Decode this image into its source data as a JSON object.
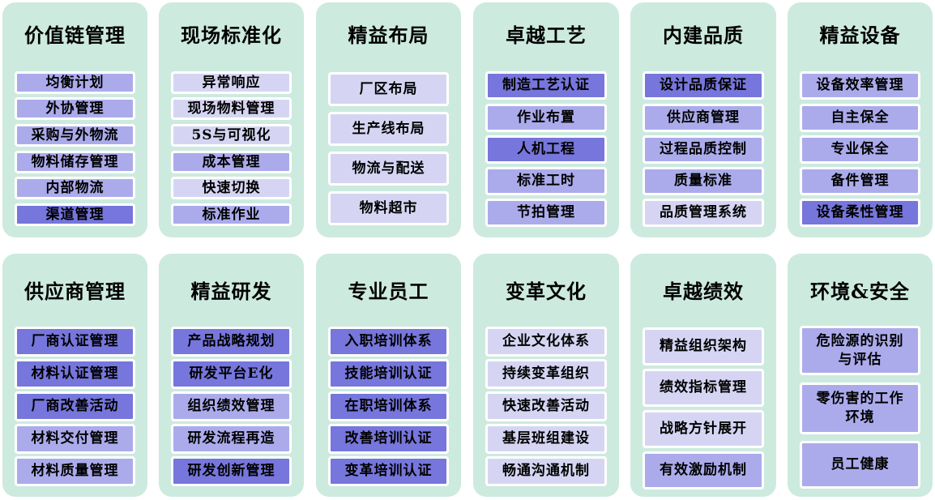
{
  "colors": {
    "panel_bg": "#cdeadf",
    "item_light": "#d5d5f3",
    "item_medium": "#ababec",
    "item_dark": "#7676dc",
    "item_border": "#ffffff"
  },
  "panels": [
    {
      "title": "价值链管理",
      "items": [
        {
          "label": "均衡计划",
          "shade": "medium"
        },
        {
          "label": "外协管理",
          "shade": "medium"
        },
        {
          "label": "采购与外物流",
          "shade": "medium"
        },
        {
          "label": "物料储存管理",
          "shade": "medium"
        },
        {
          "label": "内部物流",
          "shade": "medium"
        },
        {
          "label": "渠道管理",
          "shade": "dark"
        }
      ]
    },
    {
      "title": "现场标准化",
      "items": [
        {
          "label": "异常响应",
          "shade": "light"
        },
        {
          "label": "现场物料管理",
          "shade": "light"
        },
        {
          "label": "5S与可视化",
          "shade": "light"
        },
        {
          "label": "成本管理",
          "shade": "medium"
        },
        {
          "label": "快速切换",
          "shade": "light"
        },
        {
          "label": "标准作业",
          "shade": "medium"
        }
      ]
    },
    {
      "title": "精益布局",
      "items": [
        {
          "label": "厂区布局",
          "shade": "light"
        },
        {
          "label": "生产线布局",
          "shade": "light"
        },
        {
          "label": "物流与配送",
          "shade": "light"
        },
        {
          "label": "物料超市",
          "shade": "light"
        }
      ]
    },
    {
      "title": "卓越工艺",
      "items": [
        {
          "label": "制造工艺认证",
          "shade": "dark"
        },
        {
          "label": "作业布置",
          "shade": "medium"
        },
        {
          "label": "人机工程",
          "shade": "dark"
        },
        {
          "label": "标准工时",
          "shade": "medium"
        },
        {
          "label": "节拍管理",
          "shade": "medium"
        }
      ]
    },
    {
      "title": "内建品质",
      "items": [
        {
          "label": "设计品质保证",
          "shade": "dark"
        },
        {
          "label": "供应商管理",
          "shade": "medium"
        },
        {
          "label": "过程品质控制",
          "shade": "medium"
        },
        {
          "label": "质量标准",
          "shade": "medium"
        },
        {
          "label": "品质管理系统",
          "shade": "light"
        }
      ]
    },
    {
      "title": "精益设备",
      "items": [
        {
          "label": "设备效率管理",
          "shade": "medium"
        },
        {
          "label": "自主保全",
          "shade": "medium"
        },
        {
          "label": "专业保全",
          "shade": "medium"
        },
        {
          "label": "备件管理",
          "shade": "medium"
        },
        {
          "label": "设备柔性管理",
          "shade": "dark"
        }
      ]
    },
    {
      "title": "供应商管理",
      "items": [
        {
          "label": "厂商认证管理",
          "shade": "dark"
        },
        {
          "label": "材料认证管理",
          "shade": "dark"
        },
        {
          "label": "厂商改善活动",
          "shade": "dark"
        },
        {
          "label": "材料交付管理",
          "shade": "medium"
        },
        {
          "label": "材料质量管理",
          "shade": "medium"
        }
      ]
    },
    {
      "title": "精益研发",
      "items": [
        {
          "label": "产品战略规划",
          "shade": "dark"
        },
        {
          "label": "研发平台E化",
          "shade": "dark"
        },
        {
          "label": "组织绩效管理",
          "shade": "medium"
        },
        {
          "label": "研发流程再造",
          "shade": "medium"
        },
        {
          "label": "研发创新管理",
          "shade": "dark"
        }
      ]
    },
    {
      "title": "专业员工",
      "items": [
        {
          "label": "入职培训体系",
          "shade": "dark"
        },
        {
          "label": "技能培训认证",
          "shade": "dark"
        },
        {
          "label": "在职培训体系",
          "shade": "dark"
        },
        {
          "label": "改善培训认证",
          "shade": "dark"
        },
        {
          "label": "变革培训认证",
          "shade": "dark"
        }
      ]
    },
    {
      "title": "变革文化",
      "items": [
        {
          "label": "企业文化体系",
          "shade": "light"
        },
        {
          "label": "持续变革组织",
          "shade": "light"
        },
        {
          "label": "快速改善活动",
          "shade": "light"
        },
        {
          "label": "基层班组建设",
          "shade": "light"
        },
        {
          "label": "畅通沟通机制",
          "shade": "light"
        }
      ]
    },
    {
      "title": "卓越绩效",
      "items": [
        {
          "label": "精益组织架构",
          "shade": "light"
        },
        {
          "label": "绩效指标管理",
          "shade": "light"
        },
        {
          "label": "战略方针展开",
          "shade": "light"
        },
        {
          "label": "有效激励机制",
          "shade": "medium"
        }
      ]
    },
    {
      "title": "环境&安全",
      "items": [
        {
          "label": "危险源的识别\n与评估",
          "shade": "medium"
        },
        {
          "label": "零伤害的工作\n环境",
          "shade": "medium"
        },
        {
          "label": "员工健康",
          "shade": "medium"
        }
      ]
    }
  ]
}
